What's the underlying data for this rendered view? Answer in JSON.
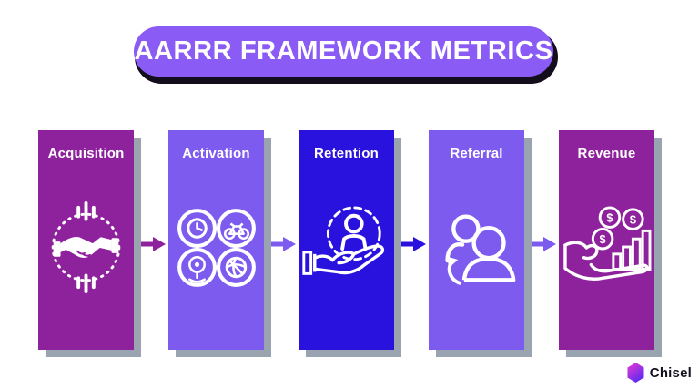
{
  "page": {
    "background": "#ffffff"
  },
  "title": {
    "label": "AARRR FRAMEWORK METRICS",
    "bg": "#8a5cf5",
    "text_color": "#ffffff",
    "shadow_color": "#140e1c"
  },
  "card_shadow_color": "#9aa3b0",
  "cards": [
    {
      "label": "Acquisition",
      "bg": "#8e219c",
      "icon": "handshake-in-dotted-circle"
    },
    {
      "label": "Activation",
      "bg": "#7d5bef",
      "icon": "four-activity-circles"
    },
    {
      "label": "Retention",
      "bg": "#2a12de",
      "icon": "hand-holding-person"
    },
    {
      "label": "Referral",
      "bg": "#7d5bef",
      "icon": "people-with-share-arrow"
    },
    {
      "label": "Revenue",
      "bg": "#8e219c",
      "icon": "hand-holding-coins-chart",
      "coin_symbol": "$"
    }
  ],
  "arrows": [
    {
      "direction": "right",
      "color": "#8e219c"
    },
    {
      "direction": "right",
      "color": "#7d5bef"
    },
    {
      "direction": "right",
      "color": "#2a12de"
    },
    {
      "direction": "right",
      "color": "#7d5bef"
    }
  ],
  "footer": {
    "brand": "Chisel",
    "text_color": "#15121f",
    "logo_gradient_top": "#ea3bd1",
    "logo_gradient_bottom": "#5f2bf0"
  }
}
